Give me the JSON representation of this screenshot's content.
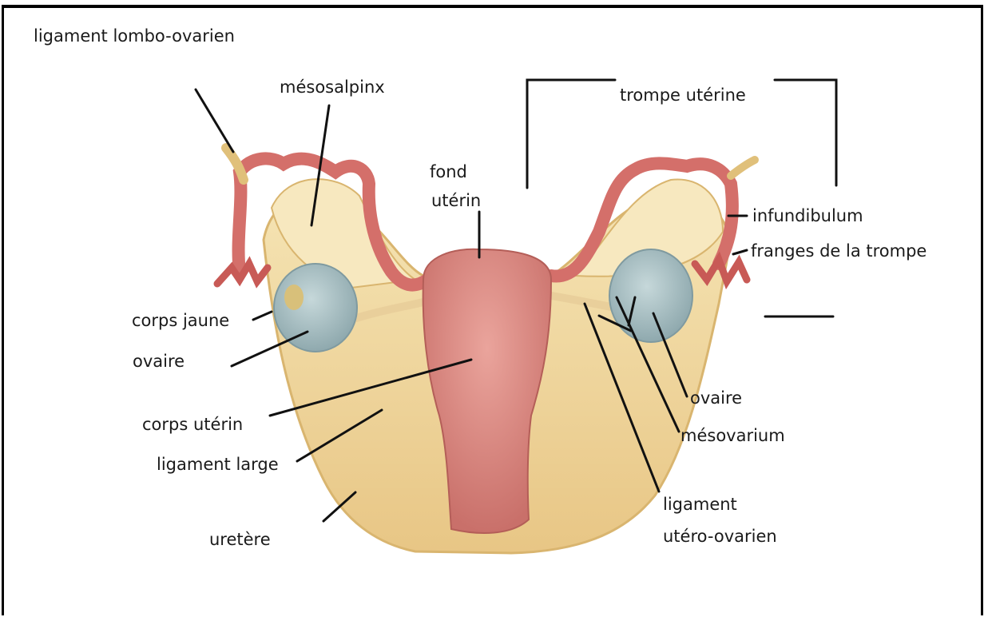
{
  "labels": {
    "ligament_lombo_ovarien": "ligament lombo-ovarien",
    "mesosalpinx": "mésosalpinx",
    "trompe_uterine": "trompe utérine",
    "fond_line1": "fond",
    "fond_line2": "utérin",
    "infundibulum": "infundibulum",
    "franges": "franges de la trompe",
    "corps_jaune": "corps jaune",
    "ovaire_left": "ovaire",
    "corps_uterin": "corps utérin",
    "ligament_large": "ligament large",
    "uretere": "uretère",
    "ovaire_right": "ovaire",
    "mesovarium": "mésovarium",
    "lig_uo_line1": "ligament",
    "lig_uo_line2": "utéro-ovarien"
  },
  "colors": {
    "ligament_tissue": "#f2dba3",
    "ligament_shadow": "#d9b56f",
    "uterus": "#d9837d",
    "uterus_highlight": "#eaa49c",
    "tube": "#d46f6a",
    "ovary": "#a9c2c6",
    "leader_line": "#111111"
  }
}
